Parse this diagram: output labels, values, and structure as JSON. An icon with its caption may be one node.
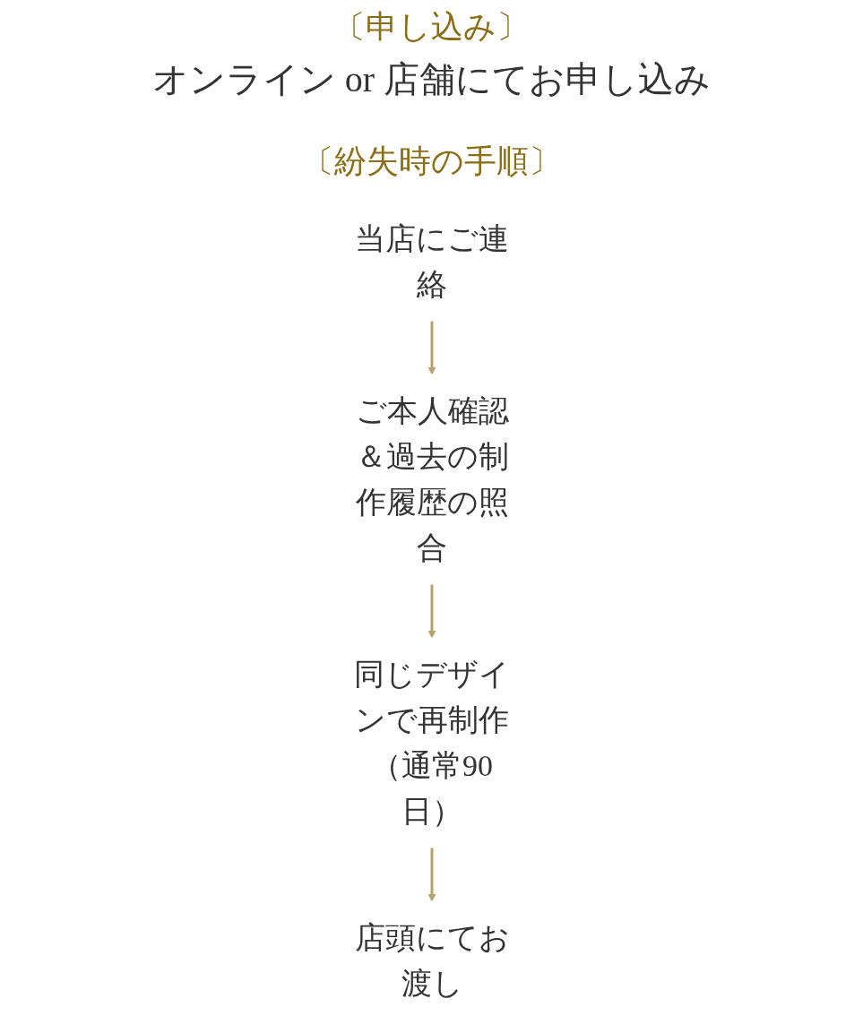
{
  "diagram": {
    "nodes": [
      {
        "text": [
          "当店にご連絡"
        ]
      },
      {
        "text": [
          "ご本人確認＆過去の制作履歴の照合"
        ]
      },
      {
        "text": [
          "同じデザインで再制作（通常90日）"
        ]
      },
      {
        "text": [
          "店頭にてお渡し"
        ]
      }
    ],
    "edges": [
      {
        "from": 0,
        "to": 1,
        "arrow": "to"
      },
      {
        "from": 1,
        "to": 2,
        "arrow": "to"
      },
      {
        "from": 2,
        "to": 3,
        "arrow": "to"
      }
    ],
    "labels": [
      "〔申し込み〕",
      "オンライン or 店舗にてお申し込み",
      "〔紛失時の手順〕"
    ]
  }
}
